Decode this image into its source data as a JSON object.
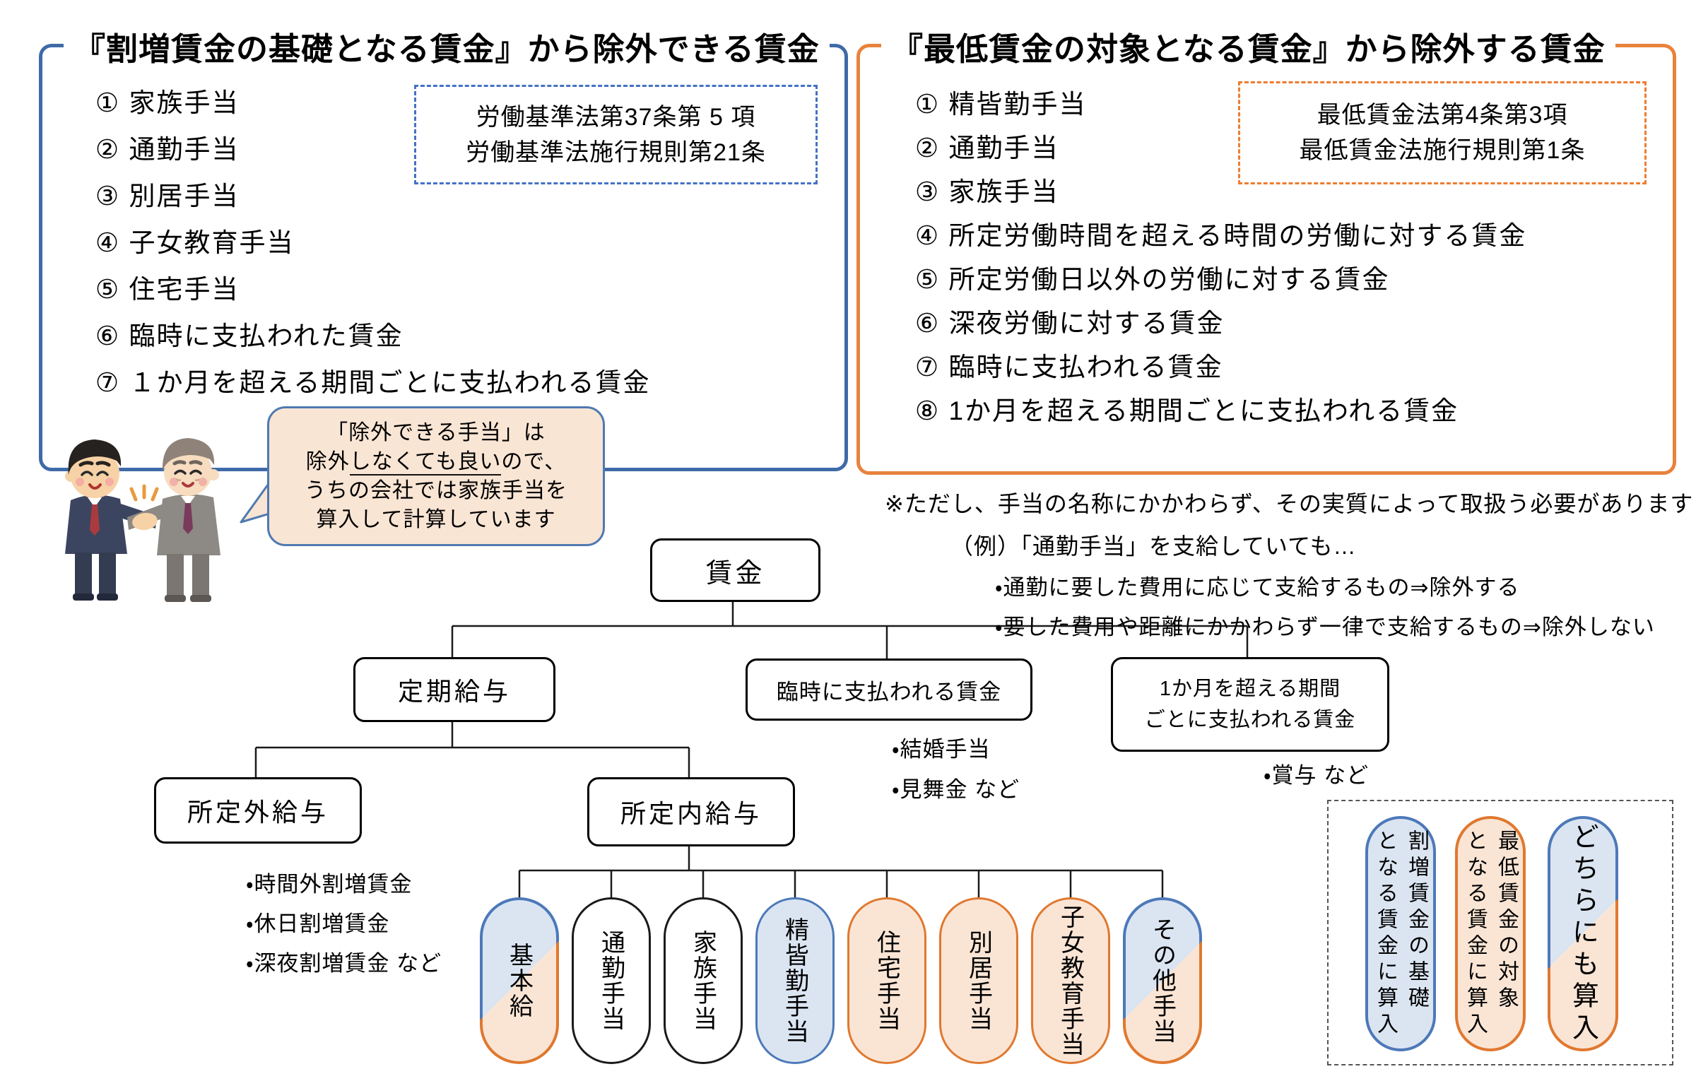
{
  "colors": {
    "panel_blue": "#3e6aa8",
    "panel_orange": "#e8823c",
    "dash_blue": "#4472c4",
    "dash_orange": "#ed7d31",
    "pill_blue_border": "#4d79b9",
    "pill_blue_fill": "#dbe5f2",
    "pill_orange_border": "#e0782f",
    "pill_orange_fill": "#fae5d5",
    "bubble_fill": "#f9e5d4",
    "bubble_border": "#4f7ab0"
  },
  "left_panel": {
    "title": "『割増賃金の基礎となる賃金』から除外できる賃金",
    "items": [
      "① 家族手当",
      "② 通勤手当",
      "③ 別居手当",
      "④ 子女教育手当",
      "⑤ 住宅手当",
      "⑥ 臨時に支払われた賃金",
      "⑦ １か月を超える期間ごとに支払われる賃金"
    ],
    "law_box": {
      "line1": "労働基準法第37条第 5 項",
      "line2": "労働基準法施行規則第21条"
    }
  },
  "right_panel": {
    "title": "『最低賃金の対象となる賃金』から除外する賃金",
    "items": [
      "① 精皆勤手当",
      "② 通勤手当",
      "③ 家族手当",
      "④ 所定労働時間を超える時間の労働に対する賃金",
      "⑤ 所定労働日以外の労働に対する賃金",
      "⑥ 深夜労働に対する賃金",
      "⑦ 臨時に支払われる賃金",
      "⑧ 1か月を超える期間ごとに支払われる賃金"
    ],
    "law_box": {
      "line1": "最低賃金法第4条第3項",
      "line2": "最低賃金法施行規則第1条"
    }
  },
  "note": {
    "line1": "※ただし、手当の名称にかかわらず、その実質によって取扱う必要があります",
    "line2": "（例）「通勤手当」を支給していても…",
    "line3": "・通勤に要した費用に応じて支給するもの⇒除外する",
    "line4": "・要した費用や距離にかかわらず一律で支給するもの⇒除外しない"
  },
  "bubble": {
    "line1": "「除外できる手当」は",
    "line2_pre": "除外",
    "line2_underlined": "しなくても良い",
    "line2_post": "ので、",
    "line3": "うちの会社では家族手当を",
    "line4": "算入して計算しています"
  },
  "tree": {
    "root_label": "賃金",
    "teiki_label": "定期給与",
    "rinji_label": "臨時に支払われる賃金",
    "rinji_examples": [
      "・結婚手当",
      "・見舞金 など"
    ],
    "over1month_line1": "1か月を超える期間",
    "over1month_line2": "ごとに支払われる賃金",
    "over1month_example": "・賞与 など",
    "shoteigai_label": "所定外給与",
    "shoteigai_examples": [
      "・時間外割増賃金",
      "・休日割増賃金",
      "・深夜割増賃金  など"
    ],
    "shoteinai_label": "所定内給与",
    "pills": [
      {
        "label": "基本給",
        "category": "both"
      },
      {
        "label": "通勤手当",
        "category": "plain"
      },
      {
        "label": "家族手当",
        "category": "plain"
      },
      {
        "label": "精皆勤手当",
        "category": "blue"
      },
      {
        "label": "住宅手当",
        "category": "orange"
      },
      {
        "label": "別居手当",
        "category": "orange"
      },
      {
        "label": "子女教育手当",
        "category": "orange"
      },
      {
        "label": "その他手当",
        "category": "both"
      }
    ]
  },
  "legend": {
    "items": [
      {
        "line1": "割増賃金の基礎",
        "line2": "となる賃金に算入",
        "category": "blue"
      },
      {
        "line1": "最低賃金の対象",
        "line2": "となる賃金に算入",
        "category": "orange"
      },
      {
        "line1": "どちらにも算入",
        "line2": "",
        "category": "both"
      }
    ]
  }
}
